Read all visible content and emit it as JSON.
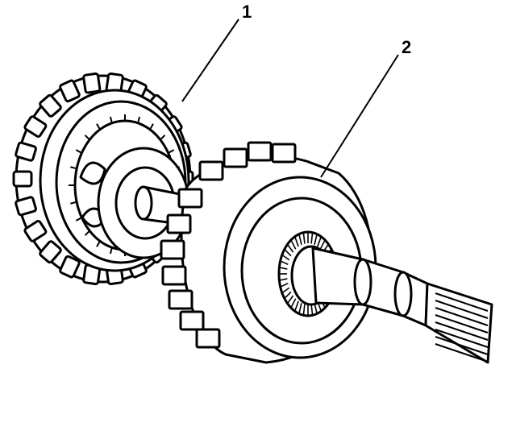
{
  "diagram": {
    "callouts": [
      {
        "id": "1",
        "label": "1"
      },
      {
        "id": "2",
        "label": "2"
      }
    ],
    "colors": {
      "line": "#000000",
      "fill": "#ffffff"
    }
  }
}
